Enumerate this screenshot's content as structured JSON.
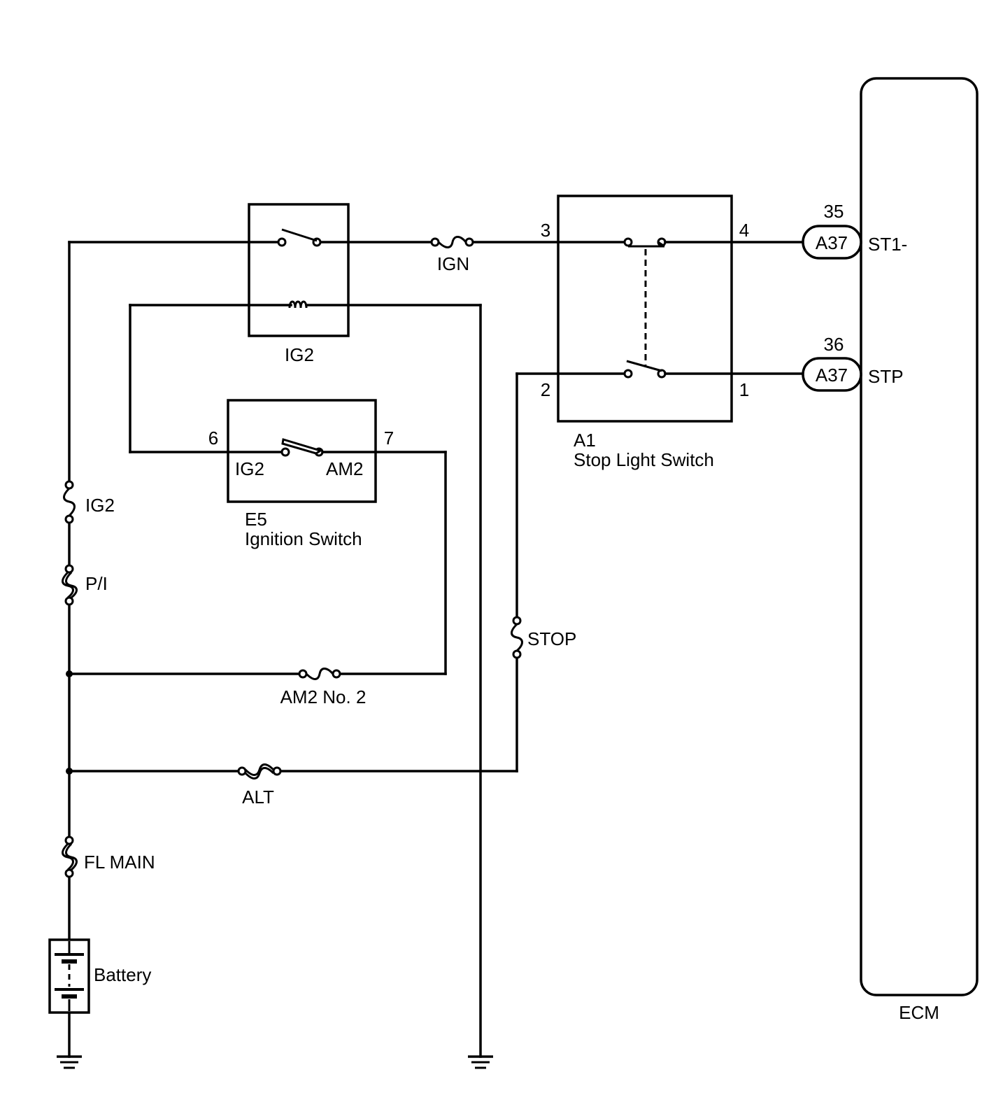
{
  "labels": {
    "ig2_relay": "IG2",
    "ign_fuse": "IGN",
    "ig2_fuse": "IG2",
    "pi_fuse": "P/I",
    "am2_fuse": "AM2 No. 2",
    "alt_fuse": "ALT",
    "fl_main_fuse": "FL MAIN",
    "stop_fuse": "STOP",
    "battery": "Battery",
    "ecm": "ECM"
  },
  "ignition_switch": {
    "code": "E5",
    "name": "Ignition Switch",
    "pin_left": "6",
    "pin_right": "7",
    "terminal_left": "IG2",
    "terminal_right": "AM2"
  },
  "stop_light_switch": {
    "code": "A1",
    "name": "Stop Light Switch",
    "pin_top_left": "3",
    "pin_top_right": "4",
    "pin_bottom_left": "2",
    "pin_bottom_right": "1"
  },
  "ecm_connectors": [
    {
      "pin": "35",
      "connector": "A37",
      "signal": "ST1-"
    },
    {
      "pin": "36",
      "connector": "A37",
      "signal": "STP"
    }
  ]
}
